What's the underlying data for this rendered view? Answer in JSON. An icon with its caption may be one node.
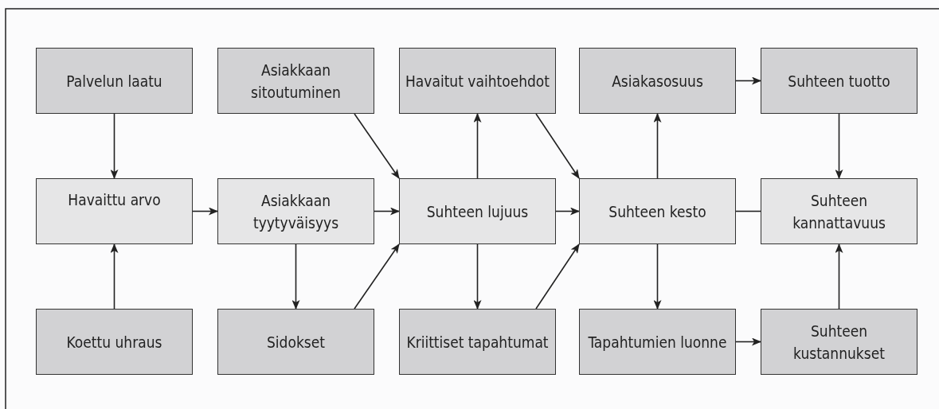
{
  "diagram": {
    "nodes": [
      {
        "text": [
          "Palvelun laatu"
        ]
      },
      {
        "text": [
          "Asiakkaan sitoutuminen"
        ]
      },
      {
        "text": [
          "Havaitut vaihtoehdot"
        ]
      },
      {
        "text": [
          "Asiakasosuus"
        ]
      },
      {
        "text": [
          "Suhteen tuotto"
        ]
      },
      {
        "text": [
          "Havaittu arvo"
        ]
      },
      {
        "text": [
          "Asiakkaan tyytyväisyys"
        ]
      },
      {
        "text": [
          "Suhteen lujuus"
        ]
      },
      {
        "text": [
          "Suhteen kesto"
        ]
      },
      {
        "text": [
          "Suhteen kannattavuus"
        ]
      },
      {
        "text": [
          "Koettu uhraus"
        ]
      },
      {
        "text": [
          "Sidokset"
        ]
      },
      {
        "text": [
          "Kriittiset tapahtumat"
        ]
      },
      {
        "text": [
          "Tapahtumien luonne"
        ]
      },
      {
        "text": [
          "Suhteen kustannukset"
        ]
      }
    ],
    "edges": [
      {
        "from": 0,
        "to": 5,
        "arrow": "to"
      },
      {
        "from": 10,
        "to": 5,
        "arrow": "to"
      },
      {
        "from": 5,
        "to": 6,
        "arrow": "to"
      },
      {
        "from": 6,
        "to": 7,
        "arrow": "to"
      },
      {
        "from": 6,
        "to": 11,
        "arrow": "to"
      },
      {
        "from": 1,
        "to": 7,
        "arrow": "to"
      },
      {
        "from": 11,
        "to": 7,
        "arrow": "to"
      },
      {
        "from": 7,
        "to": 2,
        "arrow": "to"
      },
      {
        "from": 7,
        "to": 12,
        "arrow": "to"
      },
      {
        "from": 2,
        "to": 8,
        "arrow": "to"
      },
      {
        "from": 7,
        "to": 8,
        "arrow": "to"
      },
      {
        "from": 12,
        "to": 8,
        "arrow": "to"
      },
      {
        "from": 8,
        "to": 3,
        "arrow": "to"
      },
      {
        "from": 8,
        "to": 13,
        "arrow": "to"
      },
      {
        "from": 3,
        "to": 4,
        "arrow": "to"
      },
      {
        "from": 13,
        "to": 14,
        "arrow": "to"
      },
      {
        "from": 4,
        "to": 9,
        "arrow": "to"
      },
      {
        "from": 14,
        "to": 9,
        "arrow": "to"
      },
      {
        "from": 8,
        "to": 9,
        "arrow": "none"
      }
    ]
  }
}
